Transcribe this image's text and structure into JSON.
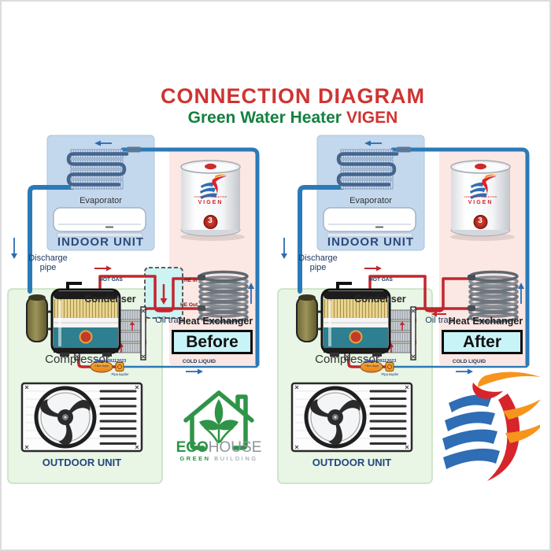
{
  "header": {
    "title": "CONNECTION DIAGRAM",
    "subtitle_green": "Green Water Heater",
    "subtitle_brand": "VIGEN"
  },
  "labels": {
    "evaporator": "Evaporator",
    "indoor_unit": "INDOOR UNIT",
    "discharge_line1": "Discharge",
    "discharge_line2": "pipe",
    "hot_gas": "HOT GAS",
    "condenser": "Condenser",
    "oil_trap": "Oil trap",
    "compressor": "Compressor",
    "watermark": "Vigen 09112023",
    "filter_dryer": "Filter dryer",
    "capillary": "Pipa kapiler",
    "cold_liquid": "COLD LIQUID",
    "he_in": "HE in",
    "he_out": "HE Out",
    "heat_exchanger": "Heat Exchanger",
    "outdoor_unit": "OUTDOOR UNIT"
  },
  "tank": {
    "brand": "VIGEN",
    "tagline": "GREEN WATER HEATER",
    "badge": "3"
  },
  "diagrams": [
    {
      "id": "before",
      "stage_label": "Before"
    },
    {
      "id": "after",
      "stage_label": "After"
    }
  ],
  "eco_logo": {
    "eco": "ECO",
    "house": "HOUSE",
    "sub_green": "GREEN",
    "sub_gray": "BUILDING"
  },
  "colors": {
    "accent_red": "#cf3431",
    "accent_green": "#15803f",
    "pipe_blue": "#2b7ab8",
    "pipe_red": "#c1272d",
    "panel_indoor": "#c3d8ed",
    "panel_tank": "#fbe7e4",
    "panel_outdoor": "#e9f5e5",
    "stage_fill": "#c9f4f7",
    "navy": "#2b4a7d"
  }
}
